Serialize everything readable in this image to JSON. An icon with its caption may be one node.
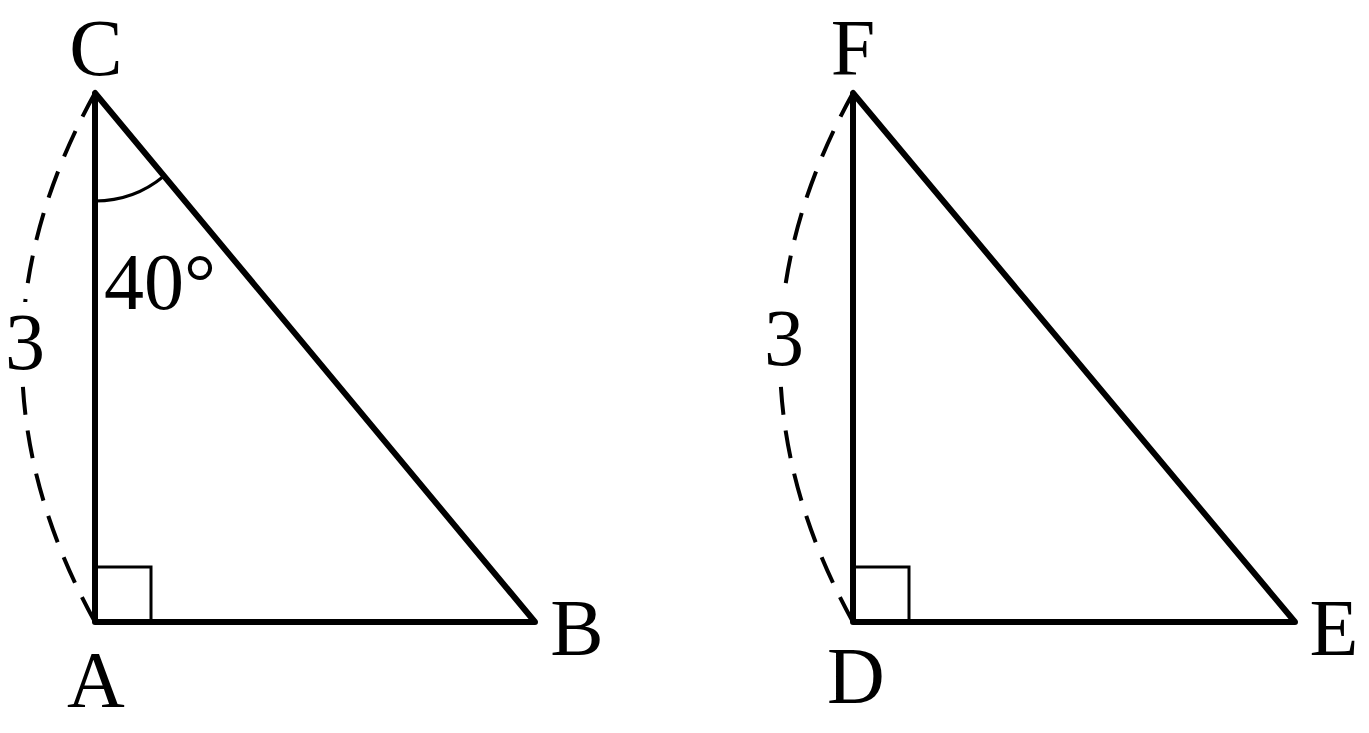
{
  "diagram": {
    "labels": [
      "C",
      "40°",
      "3",
      "A",
      "B",
      "F",
      "3",
      "D",
      "E"
    ]
  }
}
